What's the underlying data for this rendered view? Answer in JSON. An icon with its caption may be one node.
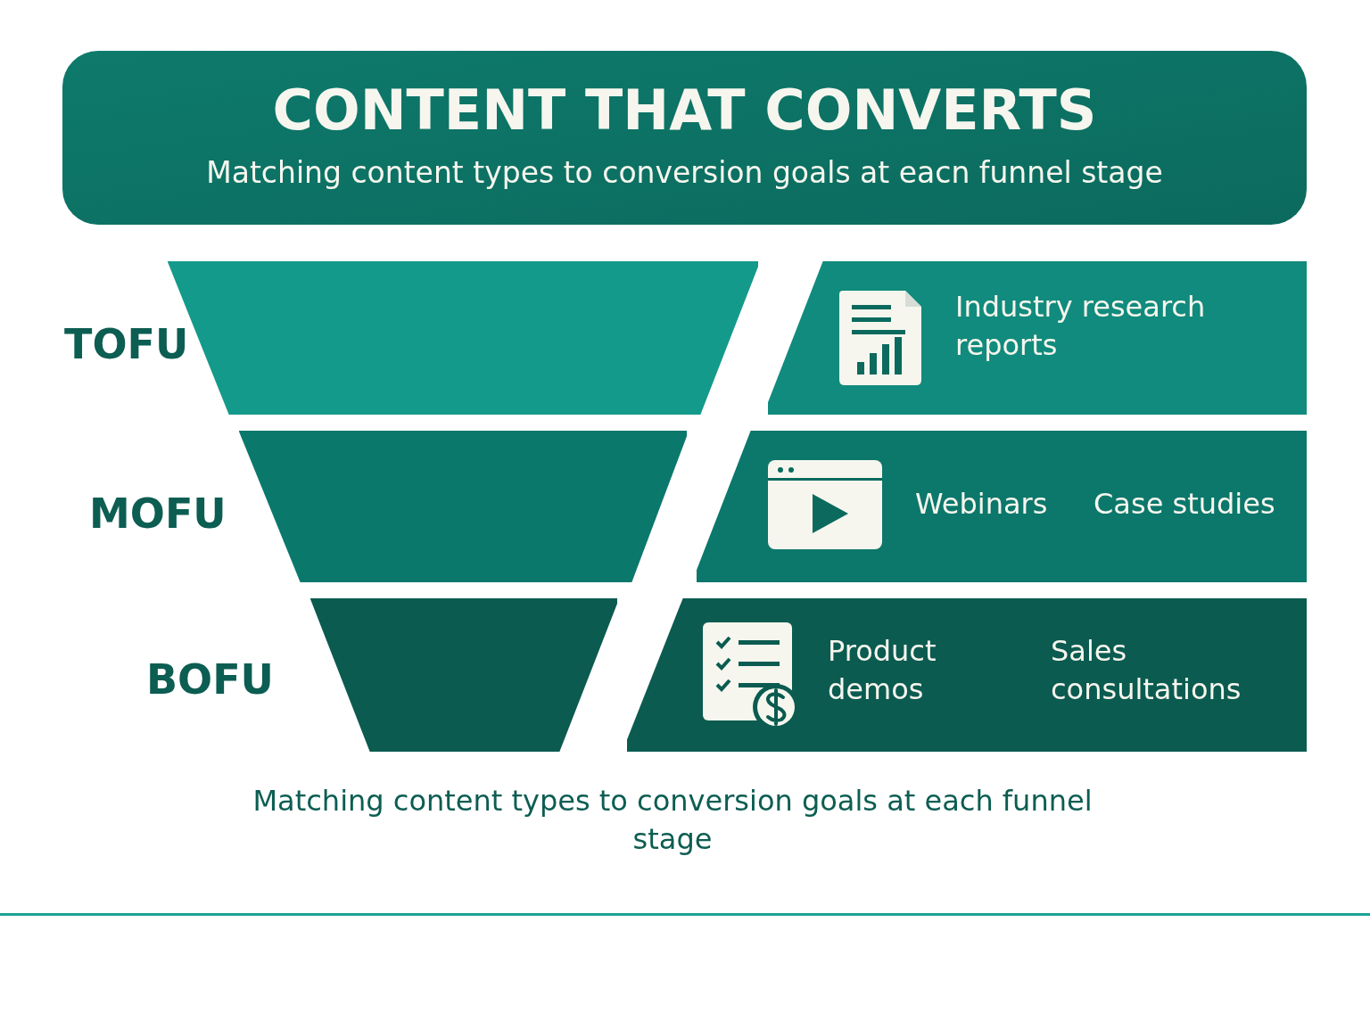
{
  "diagram": {
    "title": "CONTENT THAT CONVERTS",
    "caption": "Matching content types to conversion goals at each funnel stage",
    "nodes": [
      {
        "text": [
          "TOFU"
        ]
      },
      {
        "text": [
          "Industry research reports"
        ]
      },
      {
        "text": [
          "MOFU"
        ]
      },
      {
        "text": [
          "Webinars",
          "Case studies"
        ]
      },
      {
        "text": [
          "BOFU"
        ]
      },
      {
        "text": [
          "Product demos",
          "Sales consultations"
        ]
      }
    ],
    "labels": [
      "Matching content types to conversion goals at eacn funnel stage"
    ]
  }
}
